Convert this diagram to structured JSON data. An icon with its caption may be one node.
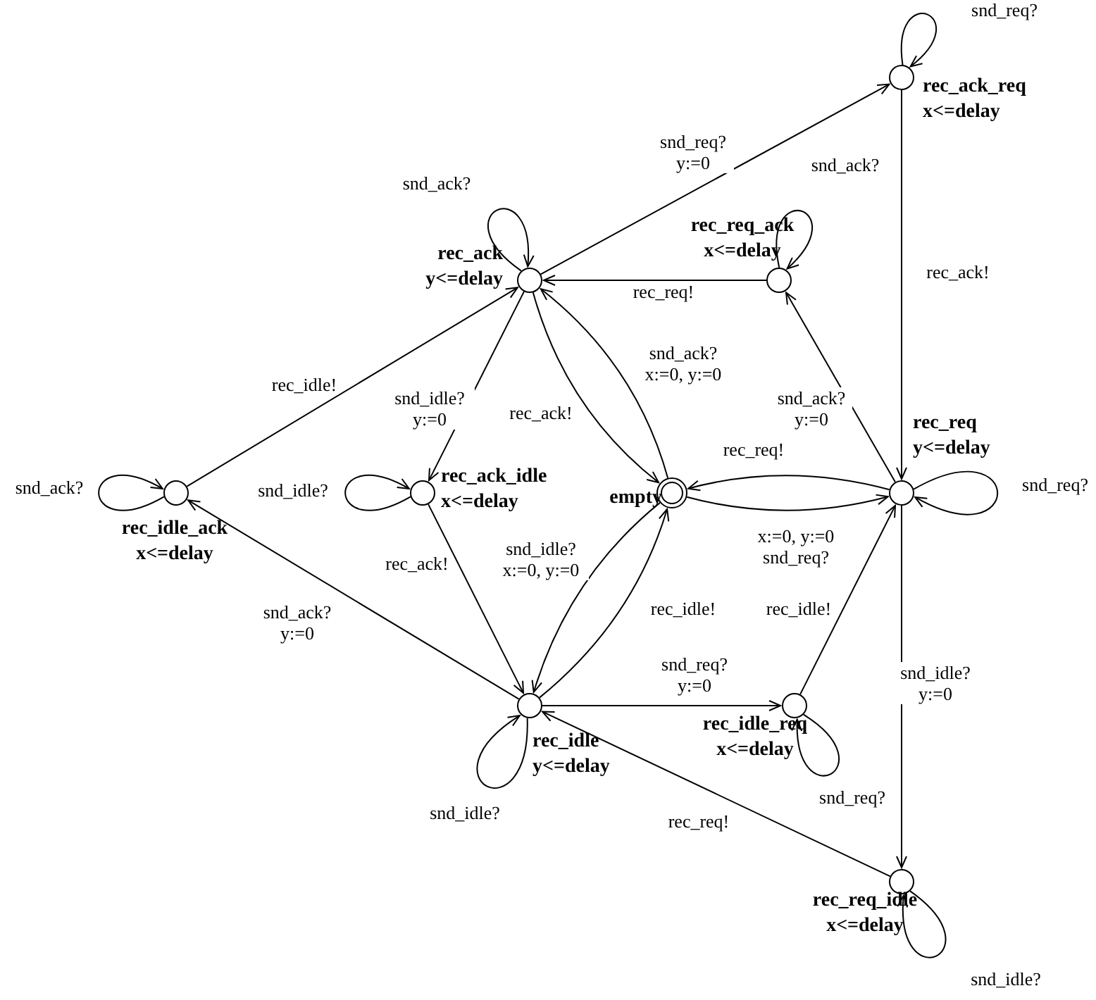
{
  "diagram": {
    "nodes": [
      {
        "text": [
          "rec_ack_req",
          "x<=delay"
        ]
      },
      {
        "text": [
          "rec_ack",
          "y<=delay"
        ]
      },
      {
        "text": [
          "rec_req_ack",
          "x<=delay"
        ]
      },
      {
        "text": [
          "rec_idle_ack",
          "x<=delay"
        ]
      },
      {
        "text": [
          "rec_ack_idle",
          "x<=delay"
        ]
      },
      {
        "text": [
          "empty"
        ]
      },
      {
        "text": [
          "rec_req",
          "y<=delay"
        ]
      },
      {
        "text": [
          "rec_idle",
          "y<=delay"
        ]
      },
      {
        "text": [
          "rec_idle_req",
          "x<=delay"
        ]
      },
      {
        "text": [
          "rec_req_idle",
          "x<=delay"
        ]
      }
    ],
    "edges": [
      {
        "from": 1,
        "to": 0,
        "arrow": "to",
        "label": "snd_req? y:=0"
      },
      {
        "from": 0,
        "to": 0,
        "arrow": "to",
        "label": "snd_req?"
      },
      {
        "from": 0,
        "to": 6,
        "arrow": "to",
        "label": "rec_ack!"
      },
      {
        "from": 6,
        "to": 2,
        "arrow": "to",
        "label": "snd_ack? y:=0"
      },
      {
        "from": 2,
        "to": 1,
        "arrow": "to",
        "label": "rec_req!"
      },
      {
        "from": 2,
        "to": 2,
        "arrow": "to",
        "label": "snd_ack?"
      },
      {
        "from": 1,
        "to": 1,
        "arrow": "to",
        "label": "snd_ack?"
      },
      {
        "from": 3,
        "to": 1,
        "arrow": "to",
        "label": "rec_idle!"
      },
      {
        "from": 3,
        "to": 3,
        "arrow": "to",
        "label": "snd_ack?"
      },
      {
        "from": 1,
        "to": 4,
        "arrow": "to",
        "label": "snd_idle? y:=0"
      },
      {
        "from": 4,
        "to": 4,
        "arrow": "to",
        "label": "snd_idle?"
      },
      {
        "from": 4,
        "to": 7,
        "arrow": "to",
        "label": "rec_ack!"
      },
      {
        "from": 1,
        "to": 5,
        "arrow": "to",
        "label": "rec_ack!"
      },
      {
        "from": 5,
        "to": 1,
        "arrow": "to",
        "label": "snd_ack? x:=0, y:=0"
      },
      {
        "from": 6,
        "to": 5,
        "arrow": "to",
        "label": "rec_req!"
      },
      {
        "from": 5,
        "to": 6,
        "arrow": "to",
        "label": "x:=0, y:=0 snd_req?"
      },
      {
        "from": 5,
        "to": 7,
        "arrow": "to",
        "label": "snd_idle? x:=0, y:=0"
      },
      {
        "from": 7,
        "to": 5,
        "arrow": "to",
        "label": "rec_idle!"
      },
      {
        "from": 8,
        "to": 6,
        "arrow": "to",
        "label": "rec_idle!"
      },
      {
        "from": 7,
        "to": 8,
        "arrow": "to",
        "label": "snd_req? y:=0"
      },
      {
        "from": 8,
        "to": 8,
        "arrow": "to",
        "label": "snd_req?"
      },
      {
        "from": 7,
        "to": 7,
        "arrow": "to",
        "label": "snd_idle?"
      },
      {
        "from": 7,
        "to": 3,
        "arrow": "to",
        "label": "snd_ack? y:=0"
      },
      {
        "from": 6,
        "to": 9,
        "arrow": "to",
        "label": "snd_idle? y:=0"
      },
      {
        "from": 9,
        "to": 7,
        "arrow": "to",
        "label": "rec_req!"
      },
      {
        "from": 9,
        "to": 9,
        "arrow": "to",
        "label": "snd_idle?"
      },
      {
        "from": 6,
        "to": 6,
        "arrow": "to",
        "label": "snd_req?"
      }
    ]
  }
}
